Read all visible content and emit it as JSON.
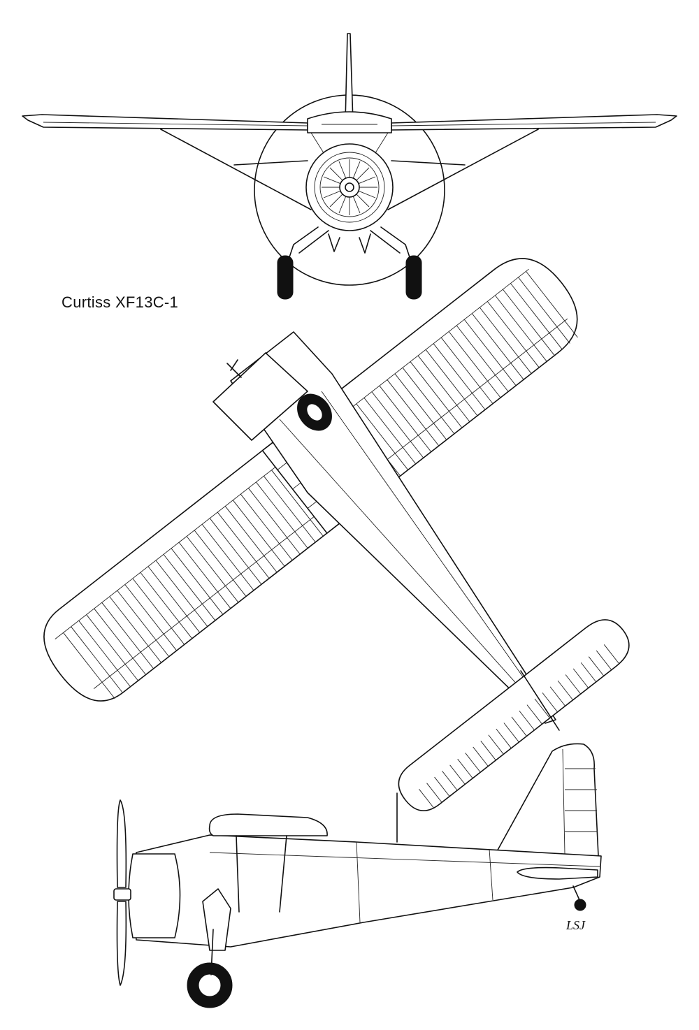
{
  "drawing": {
    "title": "Curtiss XF13C-1",
    "artist_mark": "LSJ",
    "colors": {
      "line": "#111111",
      "background": "#ffffff"
    }
  },
  "views": [
    {
      "name": "front-view"
    },
    {
      "name": "plan-view"
    },
    {
      "name": "side-view"
    }
  ]
}
